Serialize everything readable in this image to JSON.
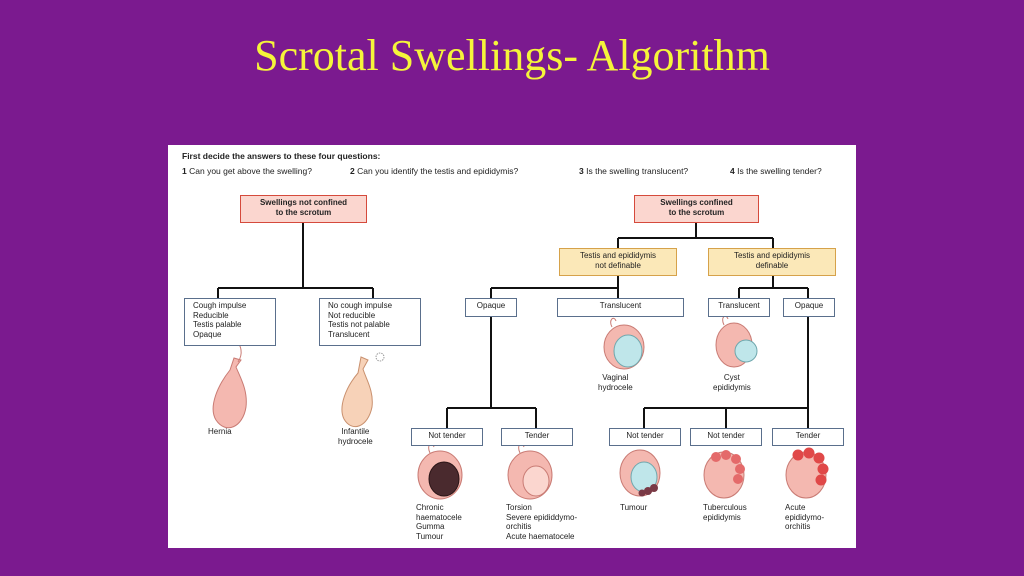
{
  "slide": {
    "title": "Scrotal Swellings- Algorithm"
  },
  "header": {
    "intro": "First decide the answers to these four questions:",
    "questions": [
      {
        "num": "1",
        "text": "Can you get above the swelling?"
      },
      {
        "num": "2",
        "text": "Can you identify the testis and epididymis?"
      },
      {
        "num": "3",
        "text": "Is the swelling translucent?"
      },
      {
        "num": "4",
        "text": "Is the swelling tender?"
      }
    ]
  },
  "nodes": {
    "not_confined": [
      "Swellings not confined",
      "to the scrotum"
    ],
    "confined": [
      "Swellings confined",
      "to the scrotum"
    ],
    "not_definable": [
      "Testis and epididymis",
      "not definable"
    ],
    "definable": [
      "Testis and epididymis",
      "definable"
    ],
    "cough_impulse": [
      "Cough impulse",
      "Reducible",
      "Testis palable",
      "Opaque"
    ],
    "no_cough_impulse": [
      "No cough impulse",
      "Not reducible",
      "Testis not palable",
      "Translucent"
    ],
    "opaque_left": "Opaque",
    "translucent_left": "Translucent",
    "translucent_right": "Translucent",
    "opaque_right": "Opaque",
    "not_tender_1": "Not tender",
    "tender_1": "Tender",
    "not_tender_2": "Not tender",
    "not_tender_3": "Not tender",
    "tender_2": "Tender"
  },
  "outcomes": {
    "hernia": [
      "Hernia"
    ],
    "infantile_hydrocele": [
      "Infantile",
      "hydrocele"
    ],
    "vaginal_hydrocele": [
      "Vaginal",
      "hydrocele"
    ],
    "cyst_epididymis": [
      "Cyst",
      "epididymis"
    ],
    "chronic": [
      "Chronic",
      "haematocele",
      "Gumma",
      "Tumour"
    ],
    "torsion": [
      "Torsion",
      "Severe epididdymo-",
      "orchitis",
      "Acute haematocele"
    ],
    "tumour": [
      "Tumour"
    ],
    "tuberculous": [
      "Tuberculous",
      "epididymis"
    ],
    "acute": [
      "Acute",
      "epididymo-",
      "orchitis"
    ]
  },
  "colors": {
    "background": "#7b1a8f",
    "title": "#f5f53a",
    "red_box": "#fbd6cf",
    "tan_box": "#fbe8b8",
    "testis": "#f4b8b0",
    "hydrocele": "#bfe6ea"
  }
}
